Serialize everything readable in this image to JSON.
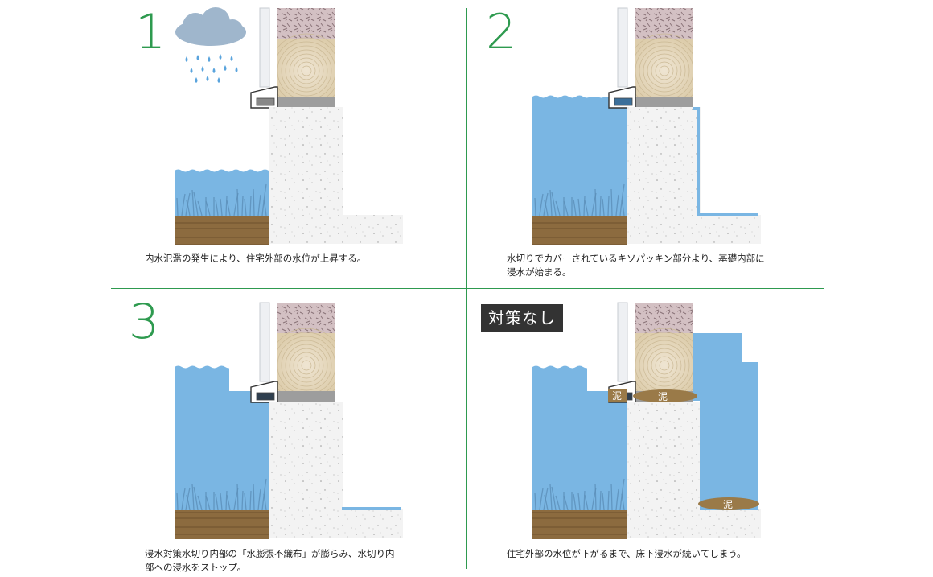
{
  "panels": [
    {
      "step": "1",
      "caption": [
        "内水氾濫の発生により、住宅外部の水位が上昇する。"
      ]
    },
    {
      "step": "2",
      "caption": [
        "水切りでカバーされているキソパッキン部分より、基礎内部に",
        "浸水が始まる。"
      ]
    },
    {
      "step": "3",
      "caption": [
        "浸水対策水切り内部の「水膨張不織布」が膨らみ、水切り内",
        "部への浸水をストップ。"
      ]
    },
    {
      "badge": "対策なし",
      "caption": [
        "住宅外部の水位が下がるまで、床下浸水が続いてしまう。"
      ],
      "mud_labels": [
        "泥",
        "泥",
        "泥"
      ]
    }
  ],
  "colors": {
    "water": "#7ab6e3",
    "divider": "#2e9a4f",
    "concrete": "#f2f2f2",
    "soil": "#8b6a3e",
    "wood": "#e3d6ba",
    "stone": "#cbb5b9",
    "mud": "#9a7a48"
  },
  "icons": [
    "rain-cloud-icon",
    "rain-drops-icon"
  ]
}
